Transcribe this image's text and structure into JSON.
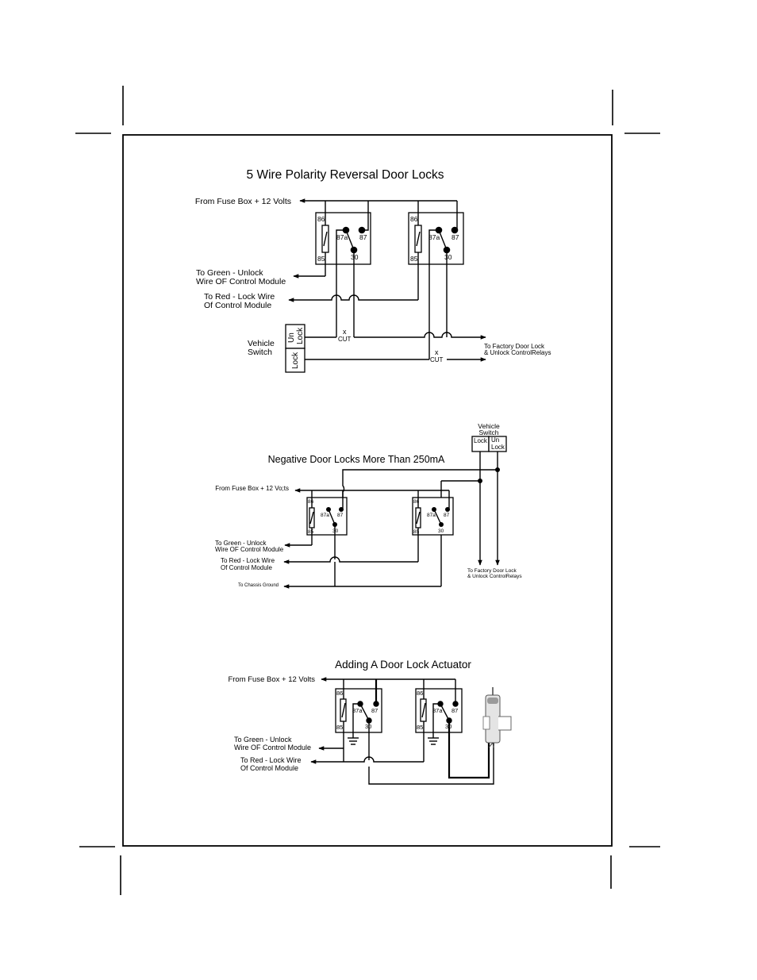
{
  "diagrams": {
    "five_wire": {
      "title": "5 Wire Polarity Reversal Door Locks",
      "fuse_label": "From Fuse Box + 12 Volts",
      "green_label_1": "To Green - Unlock",
      "green_label_2": "Wire OF Control Module",
      "red_label_1": "To Red - Lock Wire",
      "red_label_2": "Of Control Module",
      "switch_label_1": "Vehicle",
      "switch_label_2": "Switch",
      "switch_unlock_1": "Un",
      "switch_unlock_2": "Lock",
      "switch_lock": "Lock",
      "cut_x": "x",
      "cut_label": "CUT",
      "factory_label_1": "To Factory Door Lock",
      "factory_label_2": "& Unlock ControlRelays"
    },
    "negative": {
      "title": "Negative Door Locks More Than 250mA",
      "fuse_label": "From Fuse Box + 12 Vo;ts",
      "green_label_1": "To Green - Unlock",
      "green_label_2": "Wire OF Control Module",
      "red_label_1": "To Red - Lock Wire",
      "red_label_2": "Of Control Module",
      "ground_label": "To Chassis Ground",
      "switch_label_1": "Vehicle",
      "switch_label_2": "Switch",
      "switch_lock": "Lock",
      "switch_unlock_1": "Un",
      "switch_unlock_2": "Lock",
      "factory_label_1": "To Factory Door Lock",
      "factory_label_2": "& Unlock ControlRelays"
    },
    "actuator": {
      "title": "Adding A Door Lock Actuator",
      "fuse_label": "From Fuse Box + 12 Volts",
      "green_label_1": "To Green - Unlock",
      "green_label_2": "Wire OF Control Module",
      "red_label_1": "To Red - Lock Wire",
      "red_label_2": "Of Control Module"
    }
  },
  "relay_pins": {
    "p86": "86",
    "p85": "85",
    "p87a": "87a",
    "p87": "87",
    "p30": "30"
  }
}
